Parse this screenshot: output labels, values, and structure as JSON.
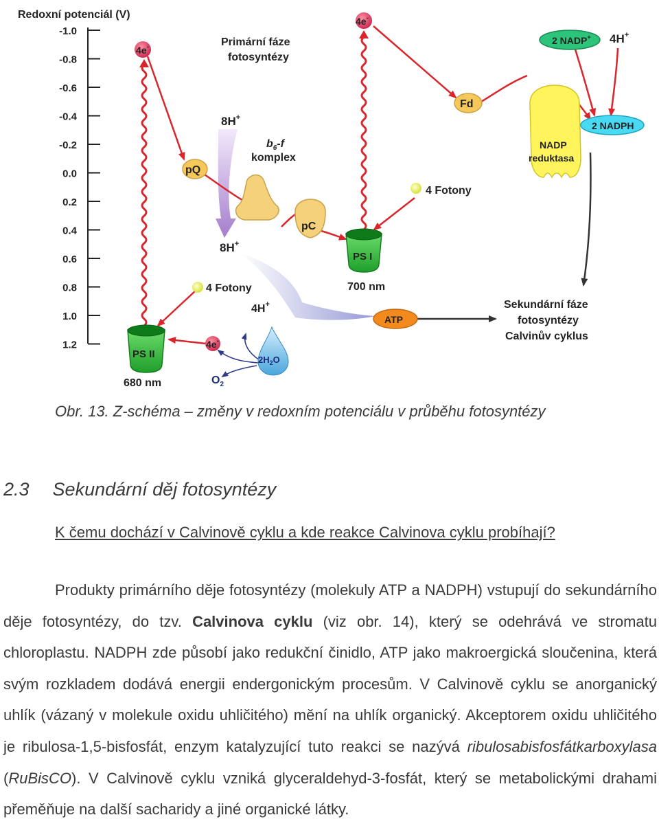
{
  "figure": {
    "axis_title": "Redoxní potenciál (V)",
    "ticks": [
      "-1.0",
      "-0.8",
      "-0.6",
      "-0.4",
      "-0.2",
      "0.0",
      "0.2",
      "0.4",
      "0.6",
      "0.8",
      "1.0",
      "1.2"
    ],
    "primary_phase": [
      "Primární fáze",
      "fotosyntézy"
    ],
    "e4": "4e",
    "e_minus": "-",
    "nadp": "2 NADP",
    "nadp_sup": "+",
    "h4": "4H",
    "h_sup": "+",
    "fd": "Fd",
    "nadph": "2 NADPH",
    "nadp_reductase": [
      "NADP",
      "reduktasa"
    ],
    "h8": "8H",
    "b6f": [
      "b",
      "6",
      "-f"
    ],
    "komplex": "komplex",
    "pq": "pQ",
    "pc": "pC",
    "fotony": "4 Fotony",
    "ps1": "PS I",
    "ps2": "PS II",
    "nm700": "700 nm",
    "nm680": "680 nm",
    "atp": "ATP",
    "secondary_phase": [
      "Sekundární fáze",
      "fotosyntézy",
      "Calvinův cyklus"
    ],
    "e4_small": "4e",
    "water": [
      "2H",
      "2",
      "O"
    ],
    "o2": [
      "O",
      "2"
    ]
  },
  "caption": "Obr. 13. Z-schéma – změny v redoxním potenciálu v průběhu fotosyntézy",
  "section": {
    "number": "2.3",
    "title": "Sekundární děj fotosyntézy"
  },
  "question": "K čemu dochází v Calvinově cyklu a kde reakce Calvinova cyklu probíhají?",
  "paragraph": {
    "p1": "Produkty primárního děje fotosyntézy (molekuly ATP a NADPH) vstupují do sekundárního děje fotosyntézy, do tzv. ",
    "bold": "Calvinova cyklu",
    "p2": " (viz obr. 14), který se odehrává ve stromatu chloroplastu. NADPH zde působí jako redukční činidlo, ATP jako makroergická sloučenina, která svým rozkladem dodává energii endergonickým procesům. V Calvinově cyklu se anorganický uhlík (vázaný v molekule oxidu uhličitého) mění na uhlík organický. Akceptorem oxidu uhličitého je ribulosa-1,5-bisfosfát, enzym katalyzující tuto reakci se nazývá ",
    "italic1": "ribulosabisfosfátkarboxylasa",
    "p3": " (",
    "italic2": "RuBisCO",
    "p4": "). V Calvinově cyklu vzniká glyceraldehyd-3-fosfát, který se metabolickými drahami přeměňuje na další sacharidy a jiné organické látky."
  }
}
